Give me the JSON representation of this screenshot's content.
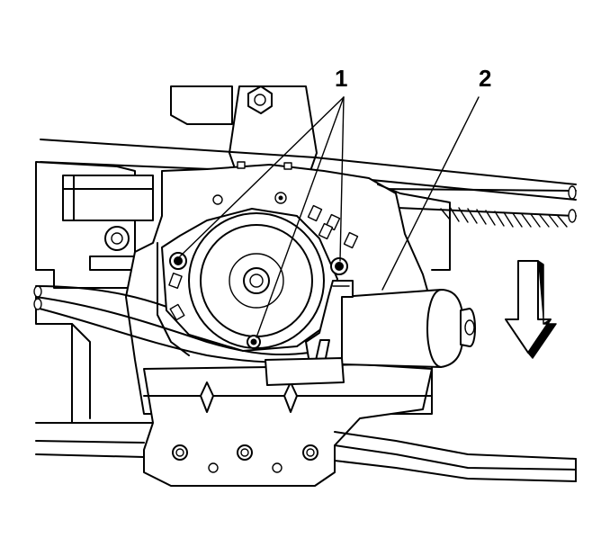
{
  "diagram": {
    "callouts": [
      {
        "id": "callout-1",
        "label": "1"
      },
      {
        "id": "callout-2",
        "label": "2"
      }
    ],
    "arrow": {
      "direction": "down"
    }
  }
}
